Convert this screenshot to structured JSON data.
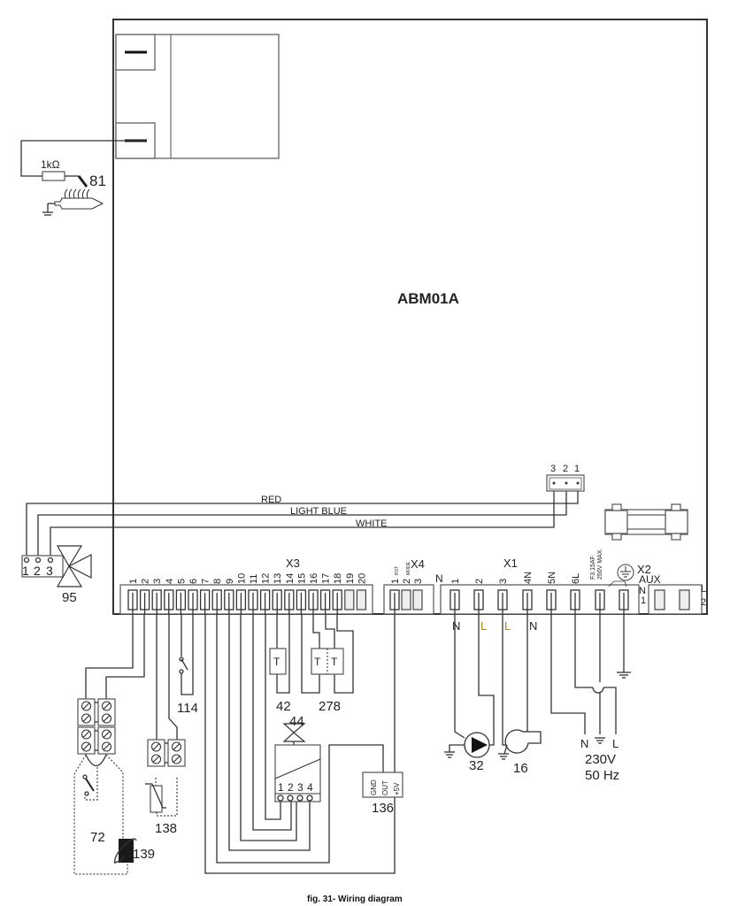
{
  "board": {
    "name": "ABM01A"
  },
  "caption": "fig. 31- Wiring diagram",
  "wire_colors": {
    "red": "RED",
    "light_blue": "LIGHT BLUE",
    "white": "WHITE"
  },
  "connectors": {
    "x3": {
      "label": "X3",
      "pins": [
        "1",
        "2",
        "3",
        "4",
        "5",
        "6",
        "7",
        "8",
        "9",
        "10",
        "11",
        "12",
        "13",
        "14",
        "15",
        "16",
        "17",
        "18",
        "19",
        "20"
      ]
    },
    "x4": {
      "label": "X4",
      "pins": [
        "1",
        "2",
        "3"
      ],
      "pin_sub": [
        "RST",
        "MODE",
        ""
      ]
    },
    "x1": {
      "label": "X1",
      "pre": "N",
      "pins": [
        "1",
        "2",
        "3",
        "4N",
        "5N",
        "6L"
      ],
      "fuse": [
        "F3.15AF",
        "250V MAX."
      ]
    },
    "x2": {
      "label": "X2",
      "sub": "AUX",
      "pin_n": "N",
      "pin_1": "1",
      "pin_l": "L",
      "pin_2": "2"
    },
    "valve_conn": {
      "pins": [
        "3",
        "2",
        "1"
      ]
    }
  },
  "line_markers": {
    "n1": "N",
    "l2": "L",
    "l3": "L",
    "n4": "N"
  },
  "components": {
    "c81": {
      "id": "81",
      "resistor": "1kΩ"
    },
    "c95": {
      "id": "95",
      "pins": [
        "1",
        "2",
        "3"
      ]
    },
    "c114": {
      "id": "114"
    },
    "c42": {
      "id": "42",
      "t": "T"
    },
    "c278": {
      "id": "278",
      "t1": "T",
      "t2": "T"
    },
    "c44": {
      "id": "44",
      "pins": [
        "1",
        "2",
        "3",
        "4"
      ]
    },
    "c136": {
      "id": "136",
      "pins": [
        "GND",
        "OUT",
        "+5V"
      ]
    },
    "c72": {
      "id": "72"
    },
    "c138": {
      "id": "138"
    },
    "c139": {
      "id": "139"
    },
    "c32": {
      "id": "32"
    },
    "c16": {
      "id": "16"
    },
    "supply": {
      "n": "N",
      "l": "L",
      "voltage": "230V",
      "freq": "50 Hz"
    }
  }
}
